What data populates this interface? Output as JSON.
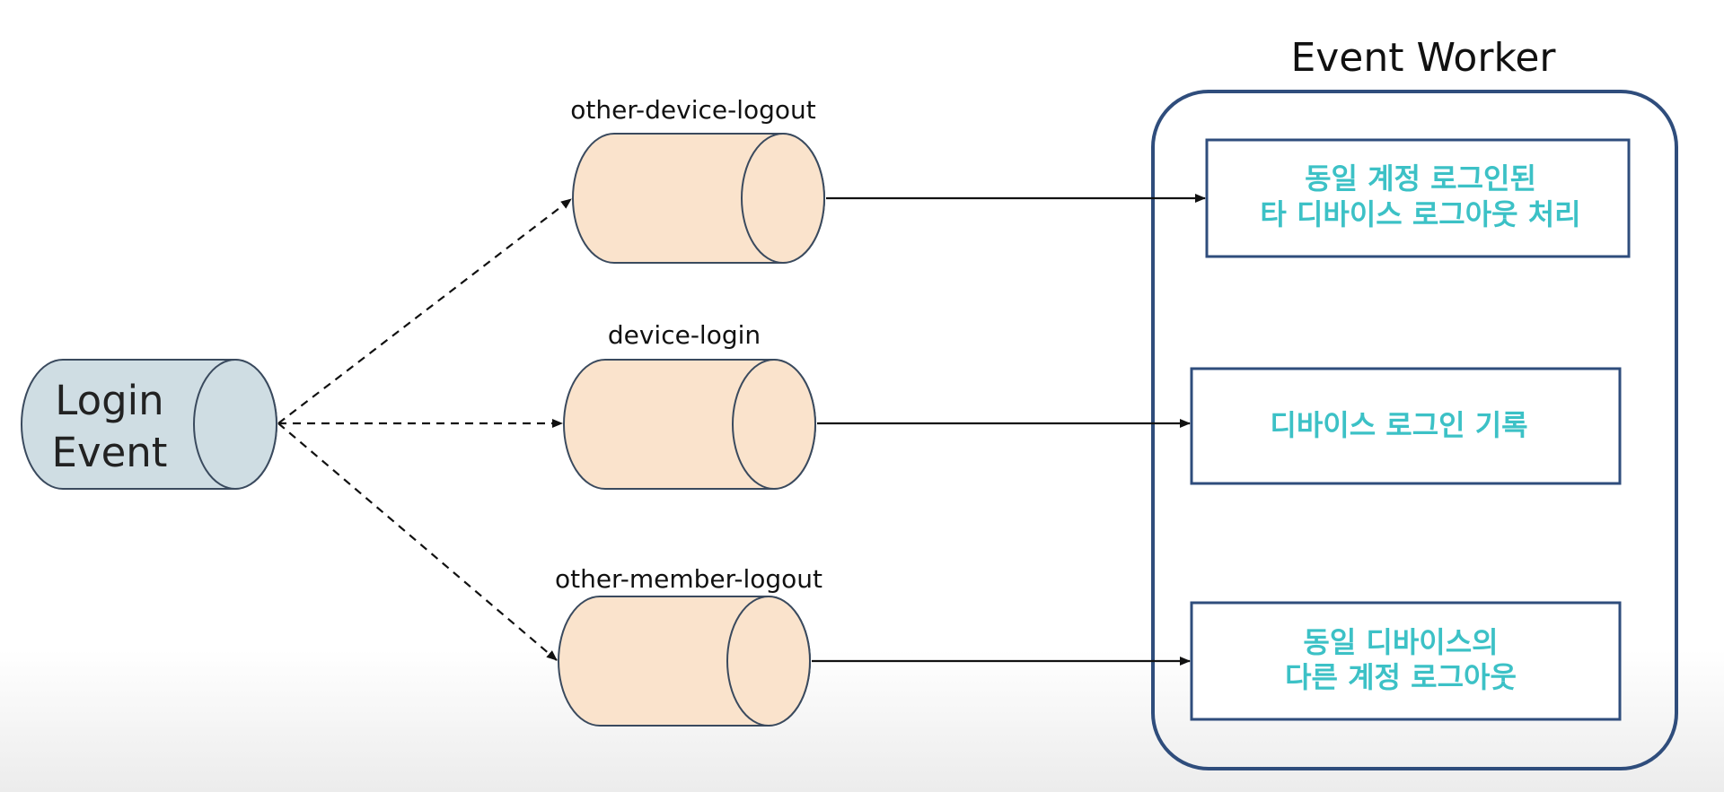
{
  "colors": {
    "source_fill": "#cfdde3",
    "topic_fill": "#fae3cc",
    "outline": "#3a4a5e",
    "worker_border": "#2f4d7c",
    "task_border": "#2f4d7c",
    "task_text": "#3cc1c6"
  },
  "source": {
    "line1": "Login",
    "line2": "Event"
  },
  "topics": [
    {
      "label": "other-device-logout"
    },
    {
      "label": "device-login"
    },
    {
      "label": "other-member-logout"
    }
  ],
  "worker": {
    "title": "Event Worker"
  },
  "tasks": [
    {
      "line1": "동일 계정 로그인된",
      "line2": "타 디바이스 로그아웃 처리"
    },
    {
      "line1": "디바이스 로그인 기록"
    },
    {
      "line1": "동일 디바이스의",
      "line2": "다른 계정 로그아웃"
    }
  ]
}
